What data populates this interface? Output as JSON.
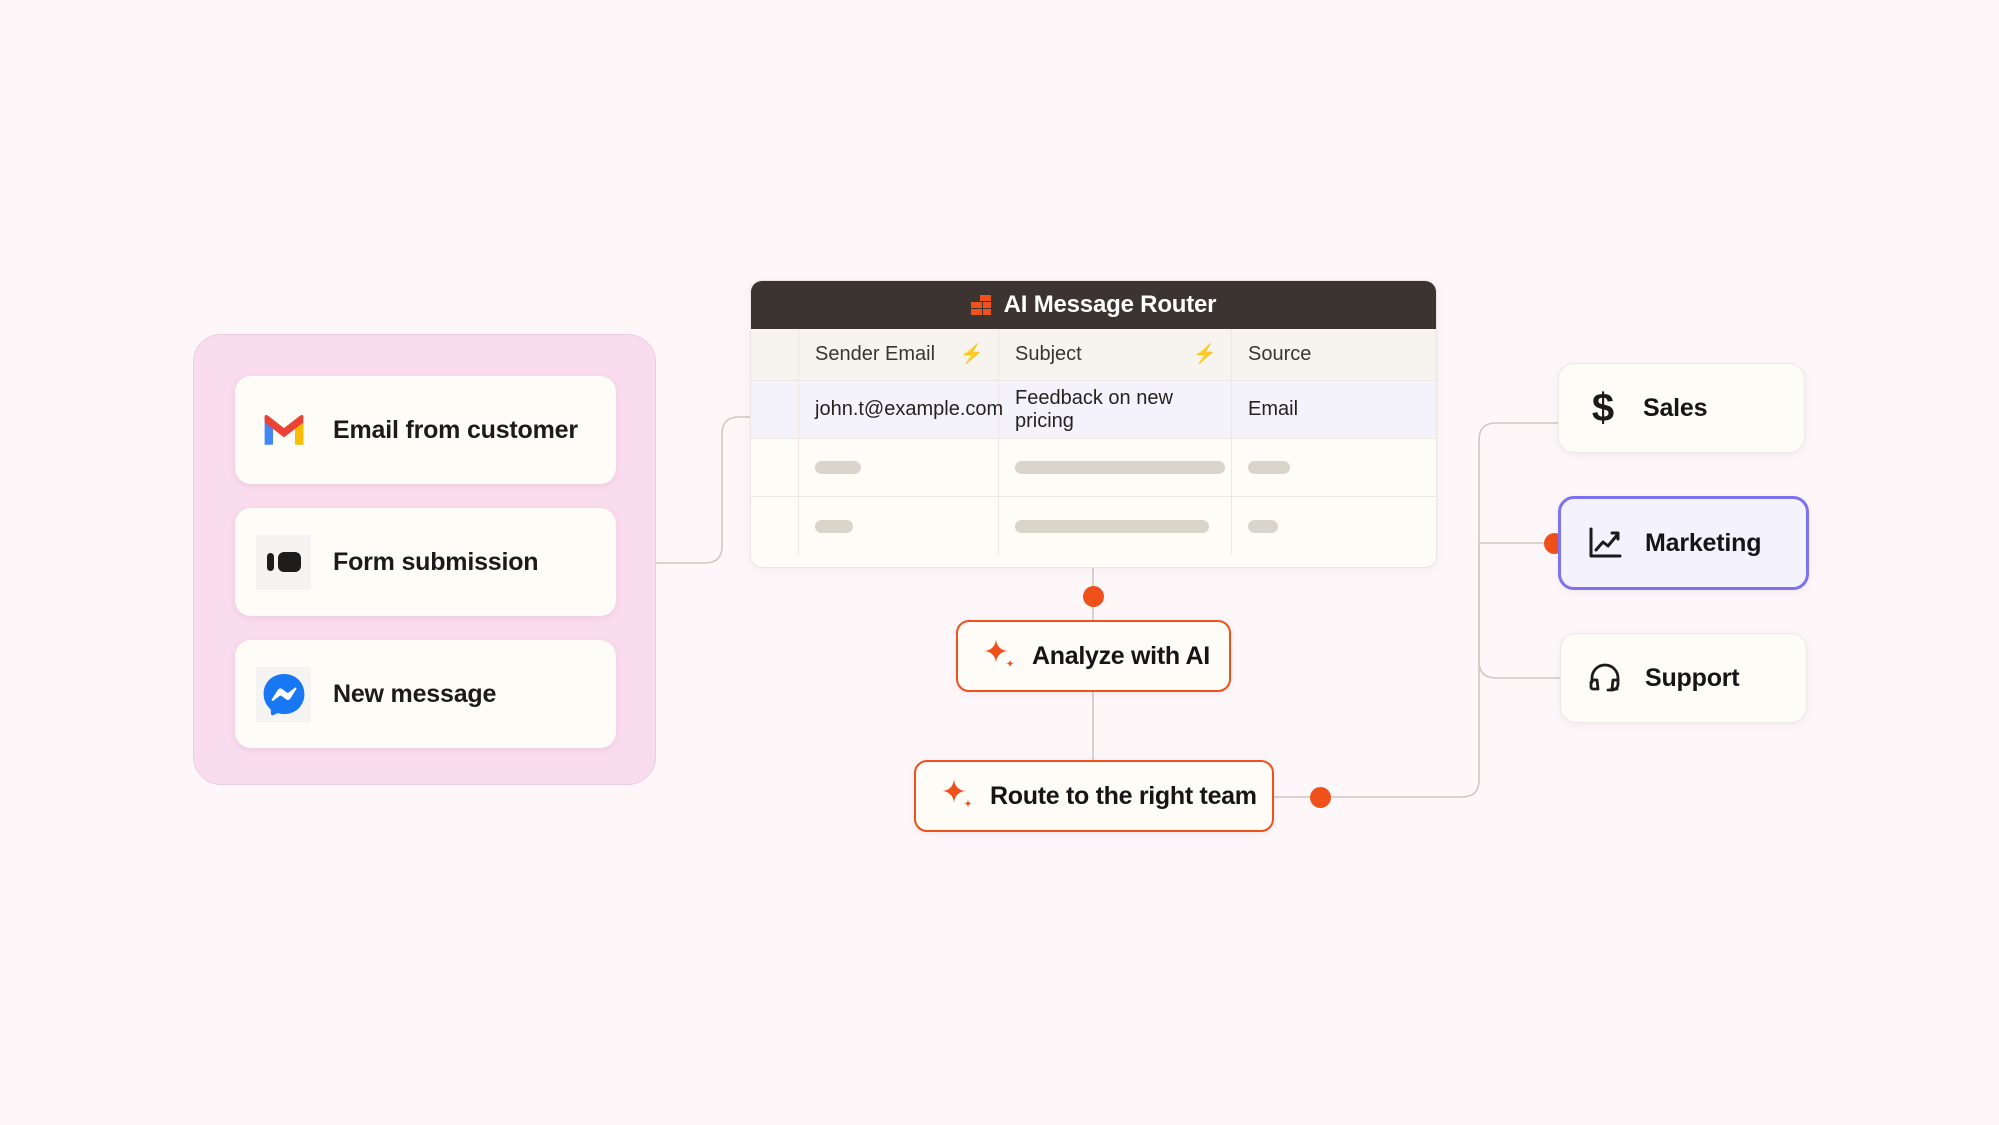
{
  "canvas": {
    "background": "#fdf7fa",
    "accent": "#f0501a",
    "highlight_border": "#7d72f0"
  },
  "sources": {
    "panel_name": "trigger-sources-panel",
    "items": [
      {
        "label": "Email from customer",
        "icon": "gmail-icon"
      },
      {
        "label": "Form submission",
        "icon": "form-icon"
      },
      {
        "label": "New message",
        "icon": "messenger-icon"
      }
    ]
  },
  "router": {
    "title": "AI Message Router",
    "logo_icon": "airtable-blocks-icon",
    "columns": [
      {
        "label": "Sender Email",
        "icon": "lightning-icon",
        "has_icon": true
      },
      {
        "label": "Subject",
        "icon": "lightning-icon",
        "has_icon": true
      },
      {
        "label": "Source",
        "icon": "",
        "has_icon": false
      }
    ],
    "rows": [
      {
        "type": "data",
        "sender": "john.t@example.com",
        "subject": "Feedback on new pricing",
        "source": "Email"
      },
      {
        "type": "skeleton",
        "widths": [
          "46px",
          "210px",
          "42px"
        ]
      },
      {
        "type": "skeleton",
        "widths": [
          "38px",
          "194px",
          "30px"
        ]
      }
    ]
  },
  "ai_steps": [
    {
      "label": "Analyze with AI",
      "icon": "sparkle-icon"
    },
    {
      "label": "Route to the right team",
      "icon": "sparkle-icon"
    }
  ],
  "destinations": [
    {
      "label": "Sales",
      "icon": "dollar-icon",
      "selected": false
    },
    {
      "label": "Marketing",
      "icon": "line-chart-icon",
      "selected": true
    },
    {
      "label": "Support",
      "icon": "headset-icon",
      "selected": false
    }
  ]
}
